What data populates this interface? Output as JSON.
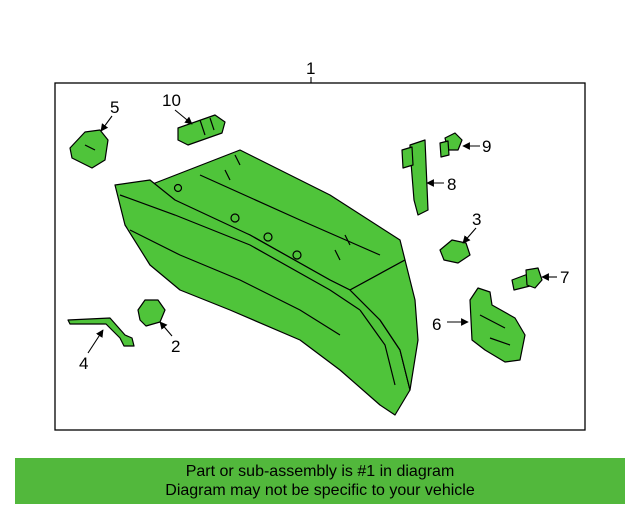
{
  "callouts": {
    "c1": "1",
    "c2": "2",
    "c3": "3",
    "c4": "4",
    "c5": "5",
    "c6": "6",
    "c7": "7",
    "c8": "8",
    "c9": "9",
    "c10": "10"
  },
  "banner": {
    "line1": "Part or sub-assembly is #1 in diagram",
    "line2": "Diagram may not be specific to your vehicle"
  },
  "colors": {
    "part_fill": "#4fc43a",
    "banner_bg": "#52b83c"
  }
}
